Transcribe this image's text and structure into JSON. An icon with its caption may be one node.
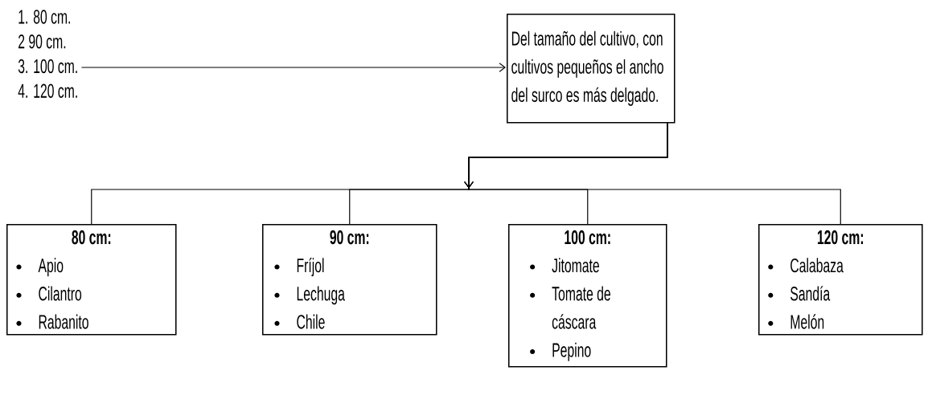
{
  "diagram": {
    "nodes": [
      {
        "text": [
          "1.  80 cm.",
          "2  90 cm.",
          "3.  100 cm.",
          "4.  120 cm."
        ]
      },
      {
        "text": [
          "Del tamaño del cultivo, con cultivos pequeños el ancho del surco es más delgado."
        ]
      },
      {
        "text": [
          "80 cm:",
          "Apio",
          "Cilantro",
          "Rabanito"
        ]
      },
      {
        "text": [
          "90 cm:",
          "Fríjol",
          "Lechuga",
          "Chile"
        ]
      },
      {
        "text": [
          "100 cm:",
          "Jitomate",
          "Tomate de cáscara",
          "Pepino"
        ]
      },
      {
        "text": [
          "120 cm:",
          "Calabaza",
          "Sandía",
          "Melón"
        ]
      }
    ],
    "edges": [
      {
        "from": 0,
        "to": 1,
        "arrow": "to"
      },
      {
        "from": 1,
        "to": 2,
        "arrow": "to"
      },
      {
        "from": 1,
        "to": 3,
        "arrow": "to"
      },
      {
        "from": 1,
        "to": 4,
        "arrow": "to"
      },
      {
        "from": 1,
        "to": 5,
        "arrow": "to"
      }
    ]
  }
}
